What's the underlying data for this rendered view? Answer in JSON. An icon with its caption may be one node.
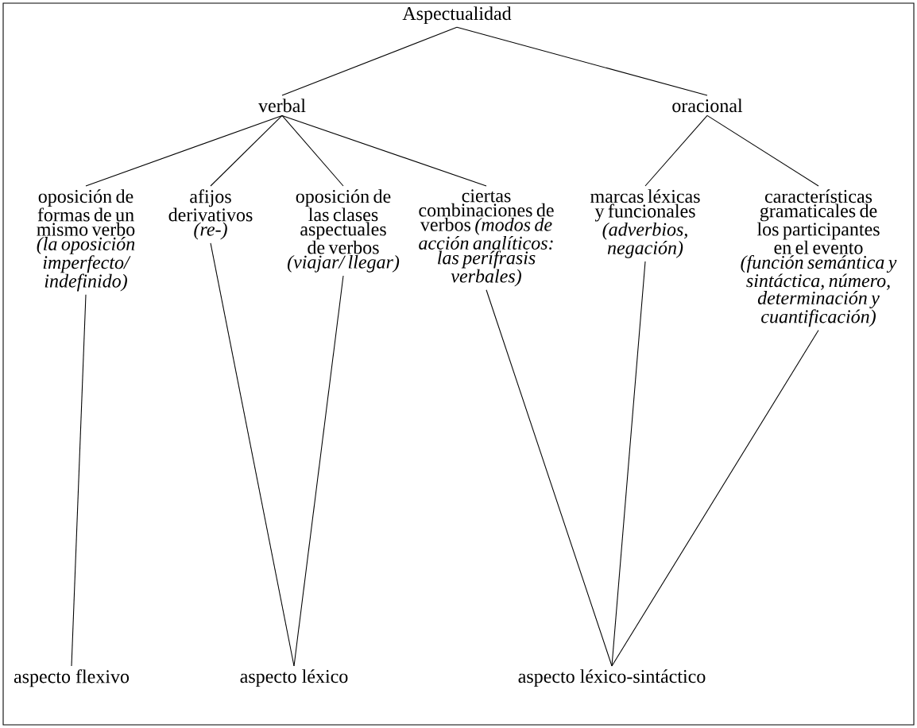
{
  "diagram": {
    "nodes": [
      {
        "text": [
          "Aspectualidad"
        ]
      },
      {
        "text": [
          "verbal"
        ]
      },
      {
        "text": [
          "oracional"
        ]
      },
      {
        "text": [
          "oposición de formas de un mismo verbo *(la oposición imperfecto/ indefinido)*"
        ]
      },
      {
        "text": [
          "afijos derivativos *(re-)*"
        ]
      },
      {
        "text": [
          "oposición de las clases aspectuales de verbos *(viajar/ llegar)*"
        ]
      },
      {
        "text": [
          "ciertas combinaciones de verbos *(modos de acción analíticos: las perífrasis verbales)*"
        ]
      },
      {
        "text": [
          "marcas léxicas y funcionales *(adverbios, negación)*"
        ]
      },
      {
        "text": [
          "características gramaticales de los participantes en el evento *(función semántica y sintáctica, número, determinación y cuantificación)*"
        ]
      },
      {
        "text": [
          "aspecto flexivo"
        ]
      },
      {
        "text": [
          "aspecto léxico"
        ]
      },
      {
        "text": [
          "aspecto léxico-sintáctico"
        ]
      }
    ],
    "edges": [
      {
        "from": 0,
        "to": 1,
        "arrow": "none"
      },
      {
        "from": 0,
        "to": 2,
        "arrow": "none"
      },
      {
        "from": 1,
        "to": 3,
        "arrow": "none"
      },
      {
        "from": 1,
        "to": 4,
        "arrow": "none"
      },
      {
        "from": 1,
        "to": 5,
        "arrow": "none"
      },
      {
        "from": 1,
        "to": 6,
        "arrow": "none"
      },
      {
        "from": 2,
        "to": 7,
        "arrow": "none"
      },
      {
        "from": 2,
        "to": 8,
        "arrow": "none"
      },
      {
        "from": 3,
        "to": 9,
        "arrow": "none"
      },
      {
        "from": 4,
        "to": 10,
        "arrow": "none"
      },
      {
        "from": 5,
        "to": 10,
        "arrow": "none"
      },
      {
        "from": 6,
        "to": 11,
        "arrow": "none"
      },
      {
        "from": 7,
        "to": 11,
        "arrow": "none"
      },
      {
        "from": 8,
        "to": 11,
        "arrow": "none"
      }
    ]
  }
}
